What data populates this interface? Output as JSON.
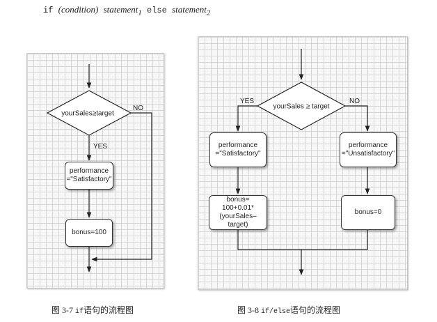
{
  "syntax": {
    "kw_if": "if",
    "condition": "(condition)",
    "statement1": "statement",
    "sub1": "1",
    "kw_else": "else",
    "statement2": "statement",
    "sub2": "2"
  },
  "fig1": {
    "condition": "yourSales≥target",
    "no_label": "NO",
    "yes_label": "YES",
    "box1": "performance\n=\"Satisfactory\"",
    "box2": "bonus=100",
    "caption_num": "图 3-7",
    "caption_code": "if",
    "caption_text": "语句的流程图"
  },
  "fig2": {
    "condition": "yourSales ≥ target",
    "yes_label": "YES",
    "no_label": "NO",
    "left_box1": "performance\n=\"Satisfactory\"",
    "left_box2": "bonus=\n100+0.01*\n(yourSales–target)",
    "right_box1": "performance\n=\"Unsatisfactory\"",
    "right_box2": "bonus=0",
    "caption_num": "图 3-8",
    "caption_code": "if/else",
    "caption_text": "语句的流程图"
  },
  "colors": {
    "line": "#222222",
    "grid": "#d6d6d6",
    "panel": "#f7f7f7"
  }
}
